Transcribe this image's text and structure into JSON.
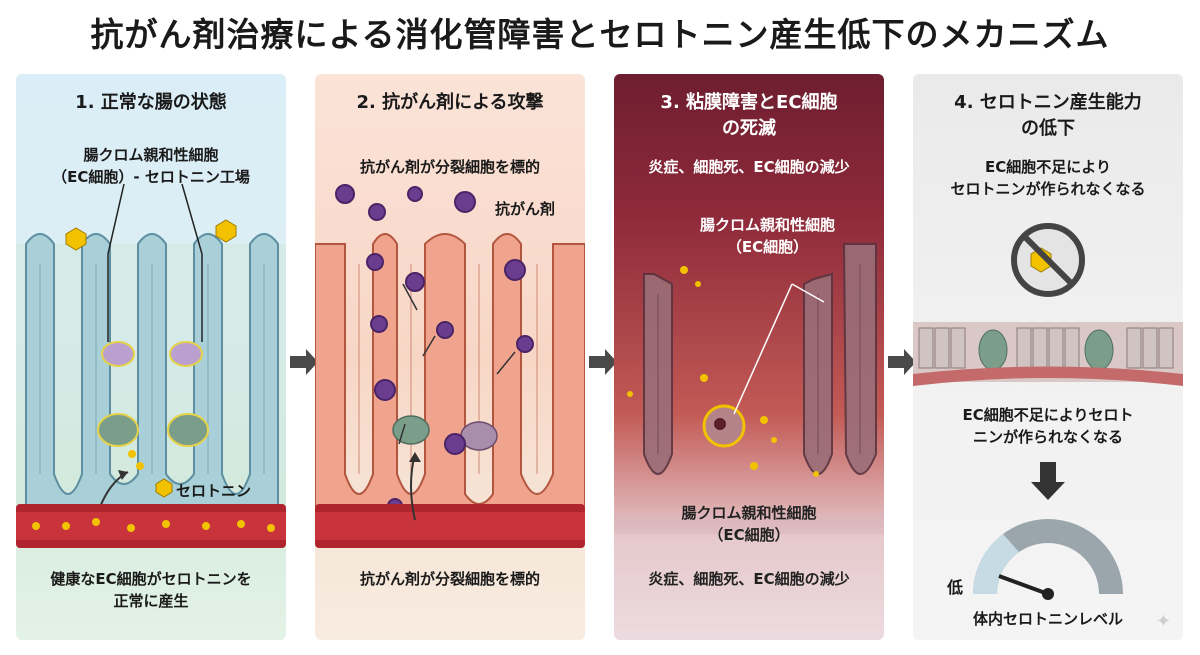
{
  "title": "抗がん剤治療による消化管障害とセロトニン産生低下のメカニズム",
  "panels": [
    {
      "heading": "1. 正常な腸の状態",
      "cell_label": "腸クロム親和性細胞\n（EC細胞）- セロトニン工場",
      "serotonin_label": "セロトニン",
      "caption": "健康なEC細胞がセロトニンを\n正常に産生"
    },
    {
      "heading": "2. 抗がん剤による攻撃",
      "subtitle": "抗がん剤が分裂細胞を標的",
      "drug_label": "抗がん剤",
      "caption": "抗がん剤が分裂細胞を標的"
    },
    {
      "heading": "3. 粘膜障害とEC細胞\nの死滅",
      "subtitle": "炎症、細胞死、EC細胞の減少",
      "cell_label_top": "腸クロム親和性細胞\n（EC細胞）",
      "cell_label_bottom": "腸クロム親和性細胞\n（EC細胞）",
      "caption": "炎症、細胞死、EC細胞の減少"
    },
    {
      "heading": "4. セロトニン産生能力\nの低下",
      "subtitle": "EC細胞不足により\nセロトニンが作られなくなる",
      "middle_text": "EC細胞不足によりセロト\nニンが作られなくなる",
      "gauge_low": "低",
      "gauge_label": "体内セロトニンレベル"
    }
  ],
  "colors": {
    "arrow": "#4a4a4a",
    "serotonin": "#f2c200",
    "vessel": "#b0242e",
    "virus": "#6b3d8f",
    "ec_cell": "#7a9e8a"
  },
  "icons": [
    "arrow-right-icon",
    "virus-icon",
    "serotonin-molecule-icon",
    "prohibited-icon",
    "down-arrow-icon",
    "gauge-icon"
  ]
}
